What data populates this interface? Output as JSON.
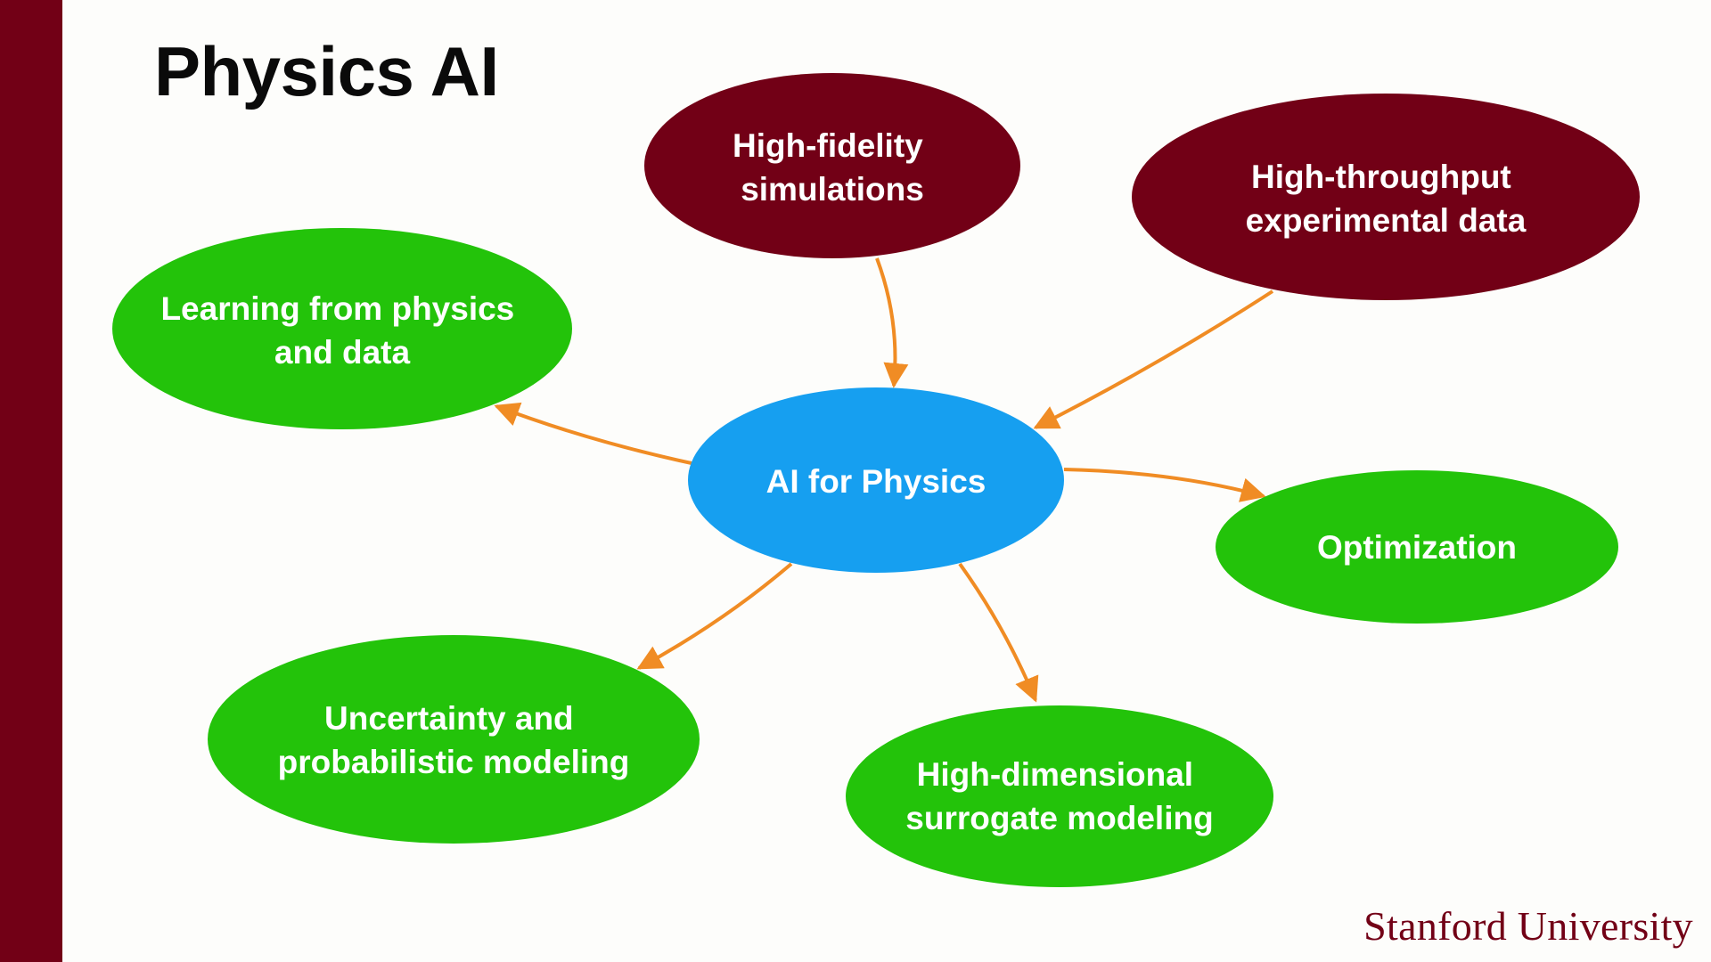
{
  "slide": {
    "title": "Physics AI",
    "footer": "Stanford University"
  },
  "colors": {
    "maroon": "#720016",
    "green": "#23c30a",
    "blue": "#169ff0",
    "arrow": "#f08c24",
    "text": "#ffffff"
  },
  "nodes": {
    "center": {
      "lines": [
        "AI for Physics"
      ],
      "color": "blue"
    },
    "hifi": {
      "lines": [
        "High-fidelity",
        "simulations"
      ],
      "color": "maroon"
    },
    "hithru": {
      "lines": [
        "High-throughput",
        "experimental data"
      ],
      "color": "maroon"
    },
    "learning": {
      "lines": [
        "Learning from physics",
        "and data"
      ],
      "color": "green"
    },
    "optim": {
      "lines": [
        "Optimization"
      ],
      "color": "green"
    },
    "uncert": {
      "lines": [
        "Uncertainty and",
        "probabilistic modeling"
      ],
      "color": "green"
    },
    "surr": {
      "lines": [
        "High-dimensional",
        "surrogate modeling"
      ],
      "color": "green"
    }
  },
  "edges": [
    {
      "from": "hifi",
      "to": "center"
    },
    {
      "from": "hithru",
      "to": "center"
    },
    {
      "from": "center",
      "to": "learning"
    },
    {
      "from": "center",
      "to": "optim"
    },
    {
      "from": "center",
      "to": "uncert"
    },
    {
      "from": "center",
      "to": "surr"
    }
  ]
}
